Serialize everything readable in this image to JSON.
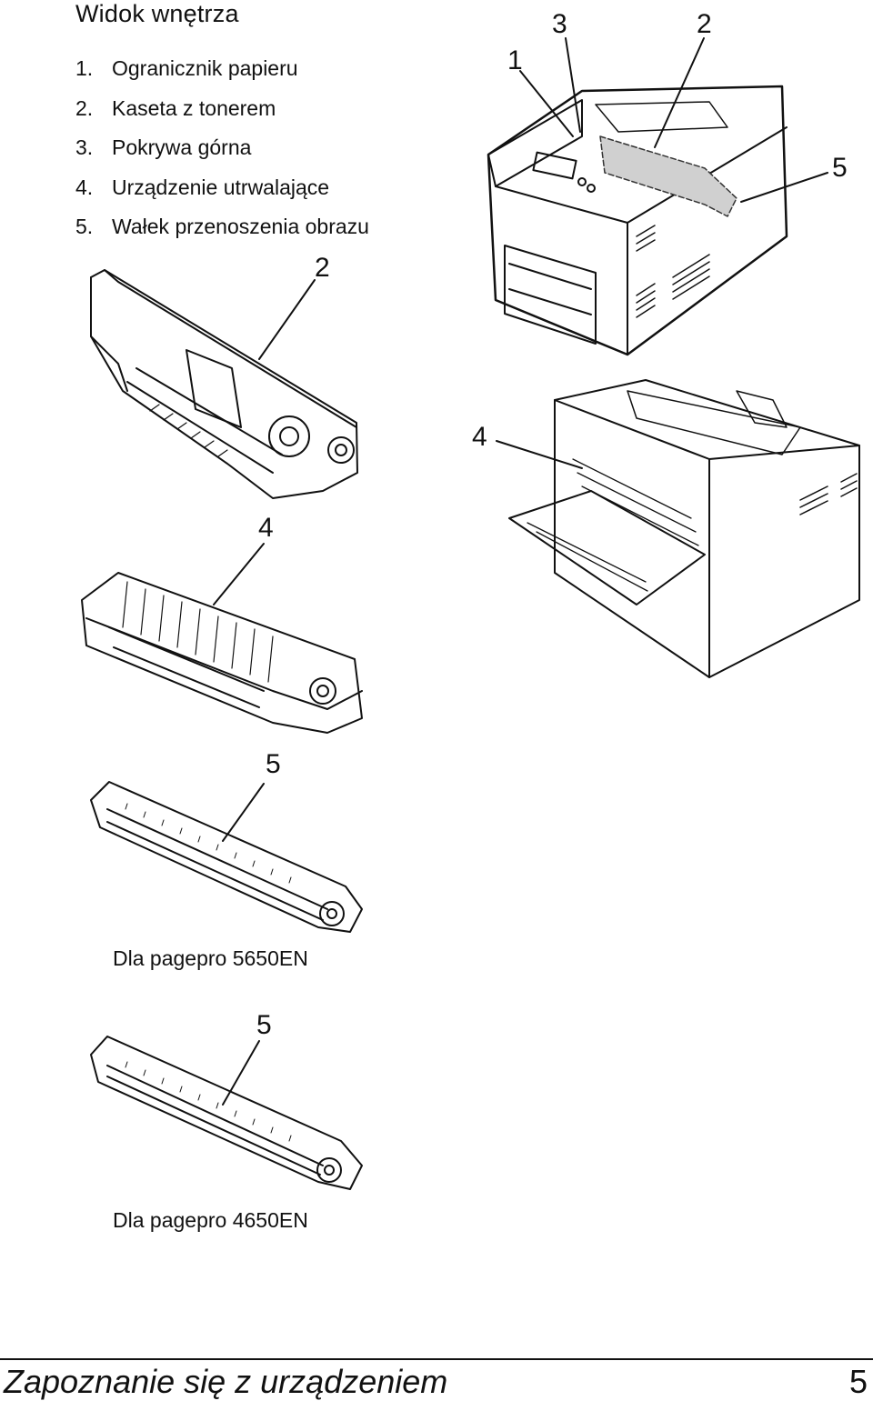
{
  "header": {
    "title": "Widok wnętrza"
  },
  "legend": [
    {
      "num": "1.",
      "label": "Ogranicznik papieru"
    },
    {
      "num": "2.",
      "label": "Kaseta z tonerem"
    },
    {
      "num": "3.",
      "label": "Pokrywa górna"
    },
    {
      "num": "4.",
      "label": "Urządzenie utrwalające"
    },
    {
      "num": "5.",
      "label": "Wałek przenoszenia obrazu"
    }
  ],
  "callouts": {
    "printer_top_1": "1",
    "printer_top_3": "3",
    "printer_top_2": "2",
    "printer_top_5": "5",
    "toner_2": "2",
    "printer_rear_4": "4",
    "fuser_4": "4",
    "roller_a_5": "5",
    "roller_b_5": "5"
  },
  "captions": {
    "roller_a": "Dla pagepro 5650EN",
    "roller_b": "Dla pagepro 4650EN"
  },
  "footer": {
    "title": "Zapoznanie się z urządzeniem",
    "page": "5"
  }
}
